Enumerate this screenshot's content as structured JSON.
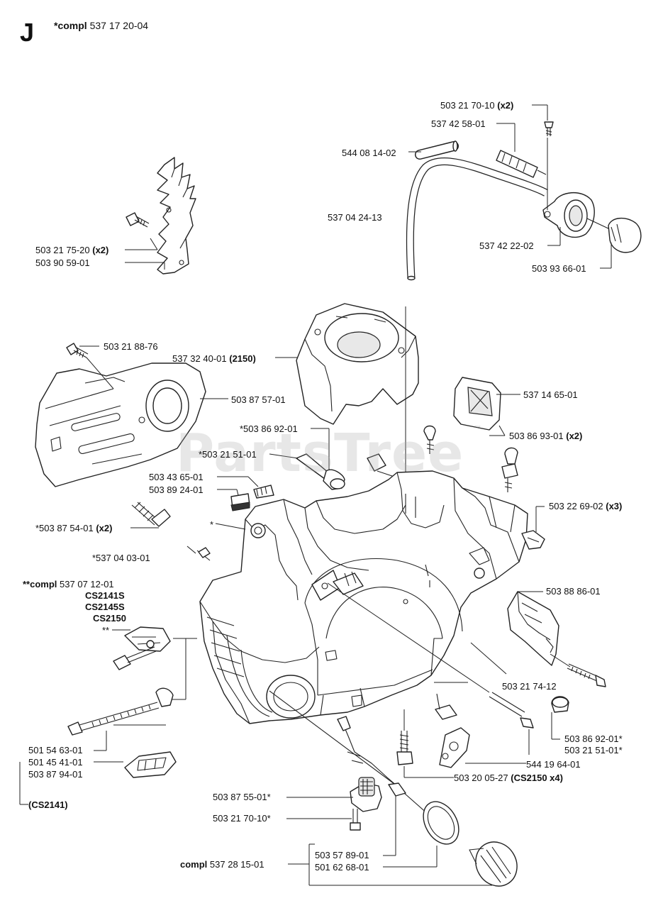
{
  "header": {
    "section": "J",
    "prefix": "*compl",
    "number": "537 17 20-04"
  },
  "watermark": {
    "text": "PartsTree",
    "tm": "™"
  },
  "labels": {
    "l1": {
      "pre": "",
      "text": "503 21 70-10",
      "bold": "(x2)"
    },
    "l2": {
      "pre": "",
      "text": "537 42 58-01",
      "bold": ""
    },
    "l3": {
      "pre": "",
      "text": "544 08 14-02",
      "bold": ""
    },
    "l4": {
      "pre": "",
      "text": "537 04 24-13",
      "bold": ""
    },
    "l5": {
      "pre": "",
      "text": "537 42 22-02",
      "bold": ""
    },
    "l6": {
      "pre": "",
      "text": "503 93 66-01",
      "bold": ""
    },
    "l7": {
      "pre": "",
      "text": "503 21 75-20",
      "bold": "(x2)"
    },
    "l8": {
      "pre": "",
      "text": "503 90 59-01",
      "bold": ""
    },
    "l9": {
      "pre": "",
      "text": "503 21 88-76",
      "bold": ""
    },
    "l10": {
      "pre": "",
      "text": "537 32 40-01",
      "bold": "(2150)"
    },
    "l11": {
      "pre": "",
      "text": "503 87 57-01",
      "bold": ""
    },
    "l12": {
      "pre": "",
      "text": "537 14 65-01",
      "bold": ""
    },
    "l13": {
      "pre": "",
      "text": "*503 86 92-01",
      "bold": ""
    },
    "l14": {
      "pre": "",
      "text": "*503 21 51-01",
      "bold": ""
    },
    "l15": {
      "pre": "",
      "text": "503 86 93-01",
      "bold": "(x2)"
    },
    "l16": {
      "pre": "",
      "text": "503 43 65-01",
      "bold": ""
    },
    "l17": {
      "pre": "",
      "text": "503 89 24-01",
      "bold": ""
    },
    "l18": {
      "pre": "",
      "text": "503 22 69-02",
      "bold": "(x3)"
    },
    "l19": {
      "pre": "",
      "text": "*503 87 54-01",
      "bold": "(x2)"
    },
    "l20": {
      "pre": "",
      "text": "*",
      "bold": ""
    },
    "l21": {
      "pre": "",
      "text": "*537 04 03-01",
      "bold": ""
    },
    "l22": {
      "pre": "**compl",
      "text": "537 07 12-01",
      "bold": ""
    },
    "l23": {
      "pre": "",
      "text": "",
      "bold": "CS2141S"
    },
    "l24": {
      "pre": "",
      "text": "",
      "bold": "CS2145S"
    },
    "l25": {
      "pre": "",
      "text": "",
      "bold": "CS2150"
    },
    "l26": {
      "pre": "",
      "text": "**",
      "bold": ""
    },
    "l27": {
      "pre": "",
      "text": "503 88 86-01",
      "bold": ""
    },
    "l28": {
      "pre": "",
      "text": "503 21 74-12",
      "bold": ""
    },
    "l29": {
      "pre": "",
      "text": "503 86 92-01*",
      "bold": ""
    },
    "l30": {
      "pre": "",
      "text": "503 21 51-01*",
      "bold": ""
    },
    "l31": {
      "pre": "",
      "text": "501 54 63-01",
      "bold": ""
    },
    "l32": {
      "pre": "",
      "text": "501 45 41-01",
      "bold": ""
    },
    "l33": {
      "pre": "",
      "text": "503 87 94-01",
      "bold": ""
    },
    "l34": {
      "pre": "",
      "text": "544 19 64-01",
      "bold": ""
    },
    "l35": {
      "pre": "",
      "text": "503 20 05-27",
      "bold": "(CS2150 x4)"
    },
    "l36": {
      "pre": "",
      "text": "",
      "bold": "(CS2141)"
    },
    "l37": {
      "pre": "",
      "text": "503 87 55-01*",
      "bold": ""
    },
    "l38": {
      "pre": "",
      "text": "503 21 70-10*",
      "bold": ""
    },
    "l39": {
      "pre": "",
      "text": "503 57 89-01",
      "bold": ""
    },
    "l40": {
      "pre": "",
      "text": "501 62 68-01",
      "bold": ""
    },
    "l41": {
      "pre": "compl",
      "text": "537 28 15-01",
      "bold": ""
    }
  }
}
